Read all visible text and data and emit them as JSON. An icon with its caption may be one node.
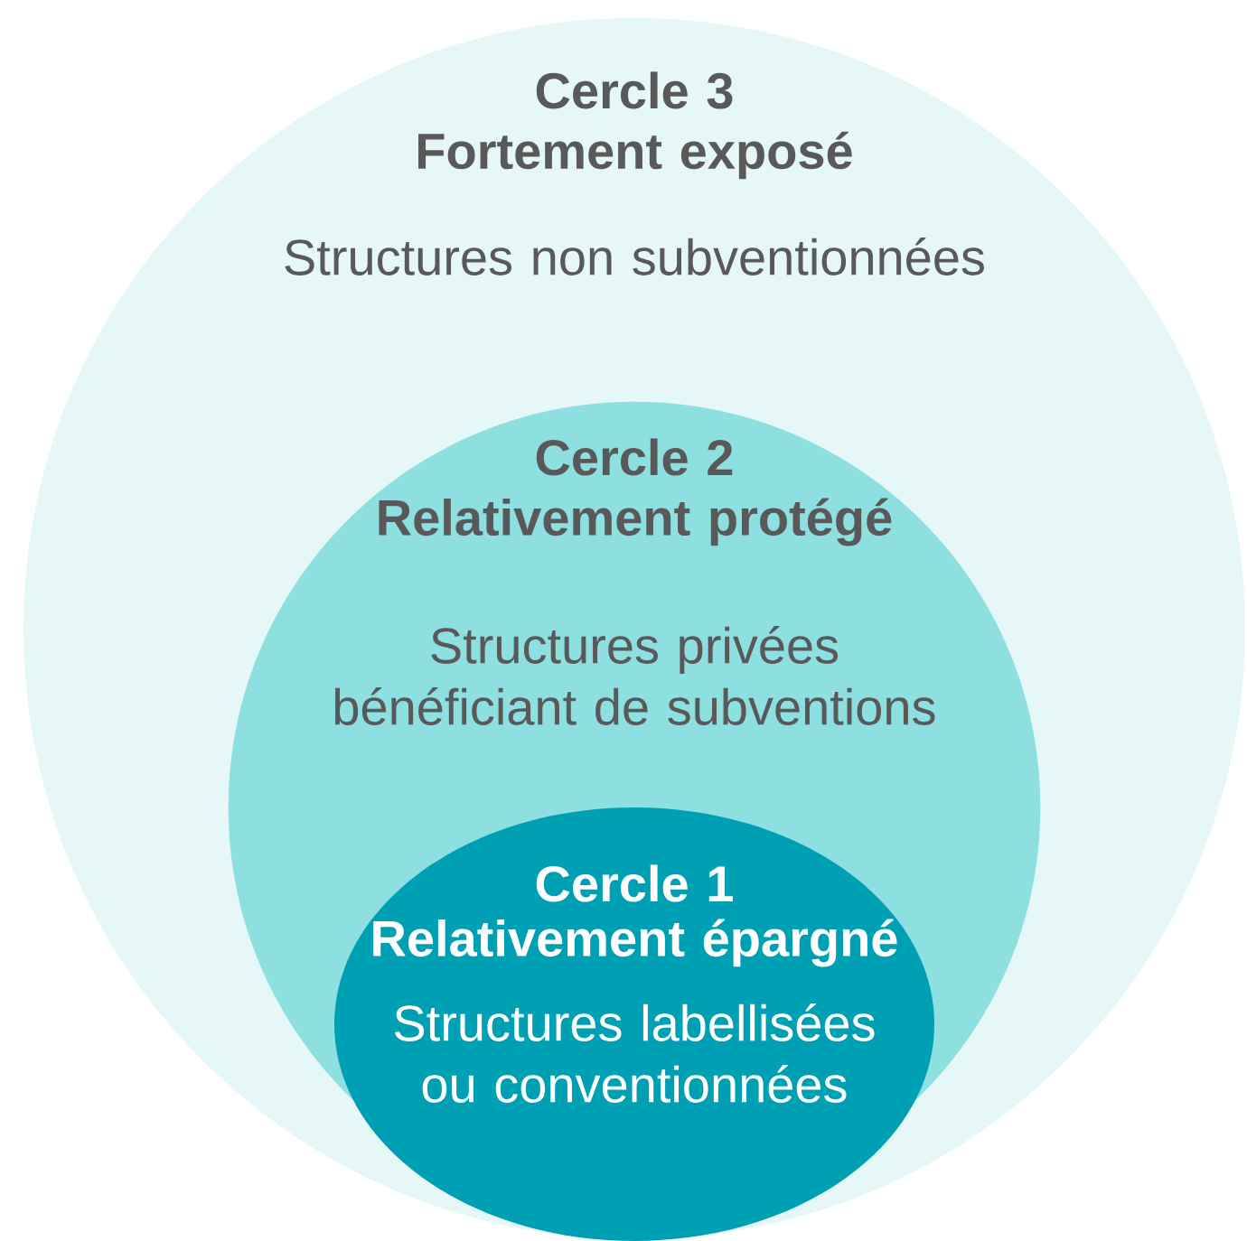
{
  "diagram": {
    "nodes": [
      {
        "text": [
          "Cercle 3",
          "Fortement exposé",
          "Structures non subventionnées"
        ]
      },
      {
        "text": [
          "Cercle 2",
          "Relativement protégé",
          "Structures privées bénéficiant de subventions"
        ],
        "in": 0
      },
      {
        "text": [
          "Cercle 1",
          "Relativement épargné",
          "Structures labellisées ou conventionnées"
        ],
        "in": 1
      }
    ]
  }
}
